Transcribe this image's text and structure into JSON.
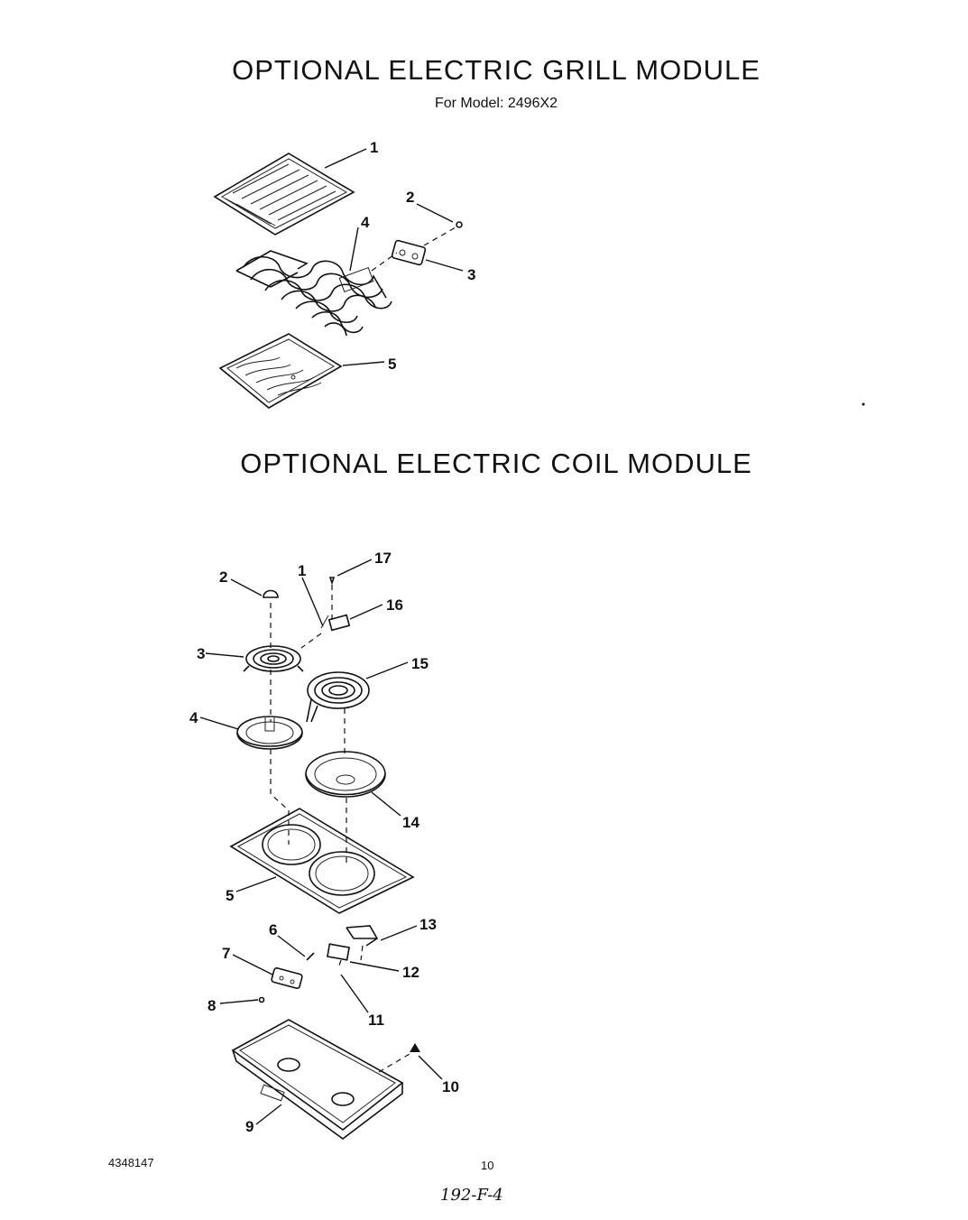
{
  "grill": {
    "title": "OPTIONAL ELECTRIC GRILL MODULE",
    "model": "For Model: 2496X2",
    "labels": [
      "1",
      "2",
      "3",
      "4",
      "5"
    ]
  },
  "coil": {
    "title": "OPTIONAL ELECTRIC COIL MODULE",
    "labels": [
      "1",
      "2",
      "3",
      "4",
      "5",
      "6",
      "7",
      "8",
      "9",
      "10",
      "11",
      "12",
      "13",
      "14",
      "15",
      "16",
      "17"
    ]
  },
  "footer": {
    "doc_number": "4348147",
    "page_number": "10",
    "handwritten": "192-F-4"
  }
}
